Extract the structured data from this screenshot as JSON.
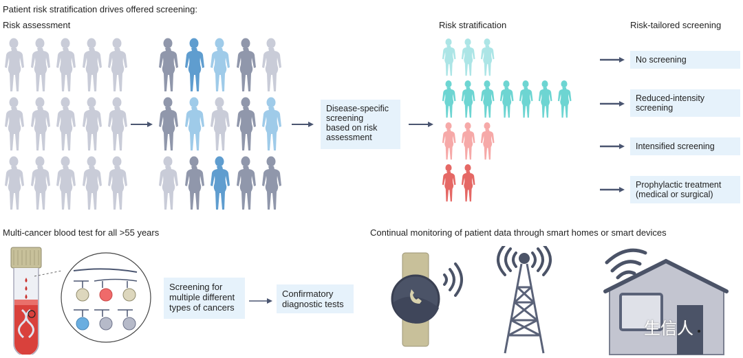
{
  "title": "Patient risk stratification drives offered screening:",
  "sections": {
    "risk_assessment": "Risk assessment",
    "risk_stratification": "Risk stratification",
    "risk_tailored": "Risk-tailored screening",
    "blood_test": "Multi-cancer blood test for all >55 years",
    "monitoring": "Continual monitoring of patient data through smart homes or smart devices"
  },
  "boxes": {
    "disease_specific": "Disease-specific\nscreening\nbased on risk\nassessment",
    "no_screening": "No screening",
    "reduced": "Reduced-intensity\nscreening",
    "intensified": "Intensified screening",
    "prophylactic": "Prophylactic treatment\n(medical or surgical)",
    "screening_multiple": "Screening for\nmultiple different\ntypes of cancers",
    "confirmatory": "Confirmatory\ndiagnostic tests"
  },
  "colors": {
    "gray_light": "#c9ccd8",
    "gray_dark": "#9097ab",
    "blue": "#5f9dcf",
    "blue_light": "#9fcbe9",
    "teal_light": "#ace5e6",
    "teal": "#6dd5d2",
    "pink": "#f6a9a8",
    "red": "#e56865",
    "box_bg": "#e6f2fb",
    "arrow": "#4a5570"
  },
  "grid_initial": [
    [
      "gray_light",
      "gray_light",
      "gray_light",
      "gray_light",
      "gray_light"
    ],
    [
      "gray_light",
      "gray_light",
      "gray_light",
      "gray_light",
      "gray_light"
    ],
    [
      "gray_light",
      "gray_light",
      "gray_light",
      "gray_light",
      "gray_light"
    ]
  ],
  "grid_assessed": [
    [
      "gray_dark",
      "blue",
      "blue_light",
      "gray_dark",
      "gray_light"
    ],
    [
      "gray_dark",
      "blue_light",
      "gray_light",
      "gray_dark",
      "blue_light"
    ],
    [
      "gray_light",
      "gray_dark",
      "blue",
      "gray_dark",
      "gray_dark"
    ]
  ],
  "strata": [
    {
      "color": "teal_light",
      "count": 3
    },
    {
      "color": "teal",
      "count": 7
    },
    {
      "color": "pink",
      "count": 3
    },
    {
      "color": "red",
      "count": 2
    }
  ],
  "watermark": "生信人"
}
